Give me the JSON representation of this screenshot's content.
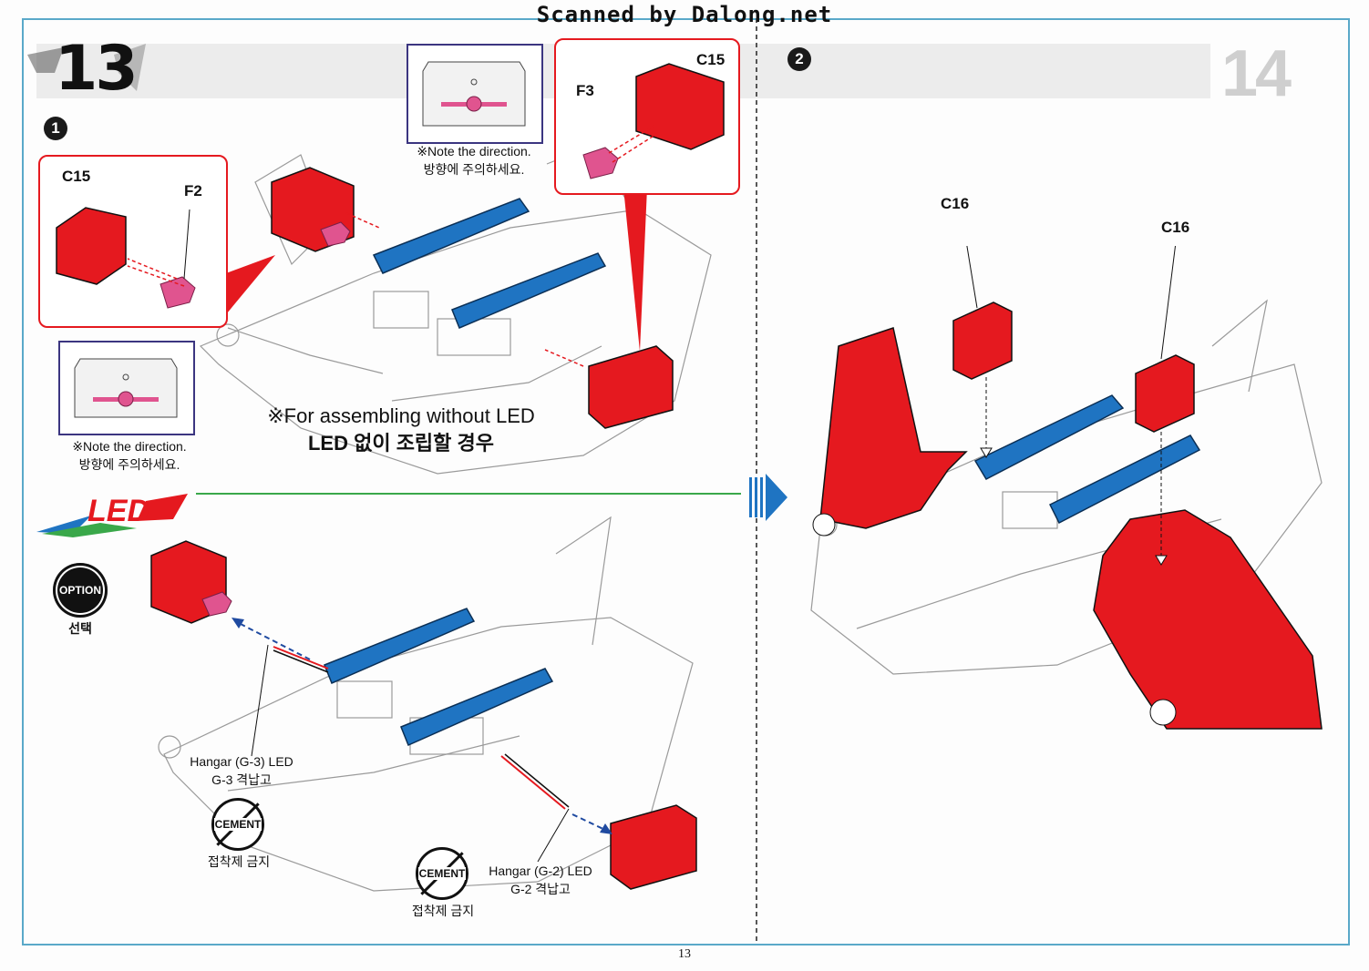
{
  "watermark": "Scanned by Dalong.net",
  "step": {
    "number": "13",
    "next_number": "14"
  },
  "substeps": {
    "one": "1",
    "two": "2"
  },
  "parts": {
    "c15": "C15",
    "f2": "F2",
    "f3": "F3",
    "c16": "C16"
  },
  "notes": {
    "direction_en": "※Note the direction.",
    "direction_ko": "방향에 주의하세요.",
    "without_led_en": "※For assembling without LED",
    "without_led_ko": "LED 없이 조립할 경우"
  },
  "led_section": {
    "logo": "LED",
    "option_en": "OPTION",
    "option_ko": "선택",
    "hangar_g3_en": "Hangar (G-3) LED",
    "hangar_g3_ko": "G-3 격납고",
    "hangar_g2_en": "Hangar (G-2) LED",
    "hangar_g2_ko": "G-2 격납고",
    "cement_en": "CEMENT",
    "cement_ko": "접착제 금지"
  },
  "page_number": "13",
  "colors": {
    "red": "#e5191f",
    "blue": "#1f74c2",
    "pink": "#e0548f",
    "frame": "#5aa9c9",
    "green_line": "#3aa84a"
  }
}
